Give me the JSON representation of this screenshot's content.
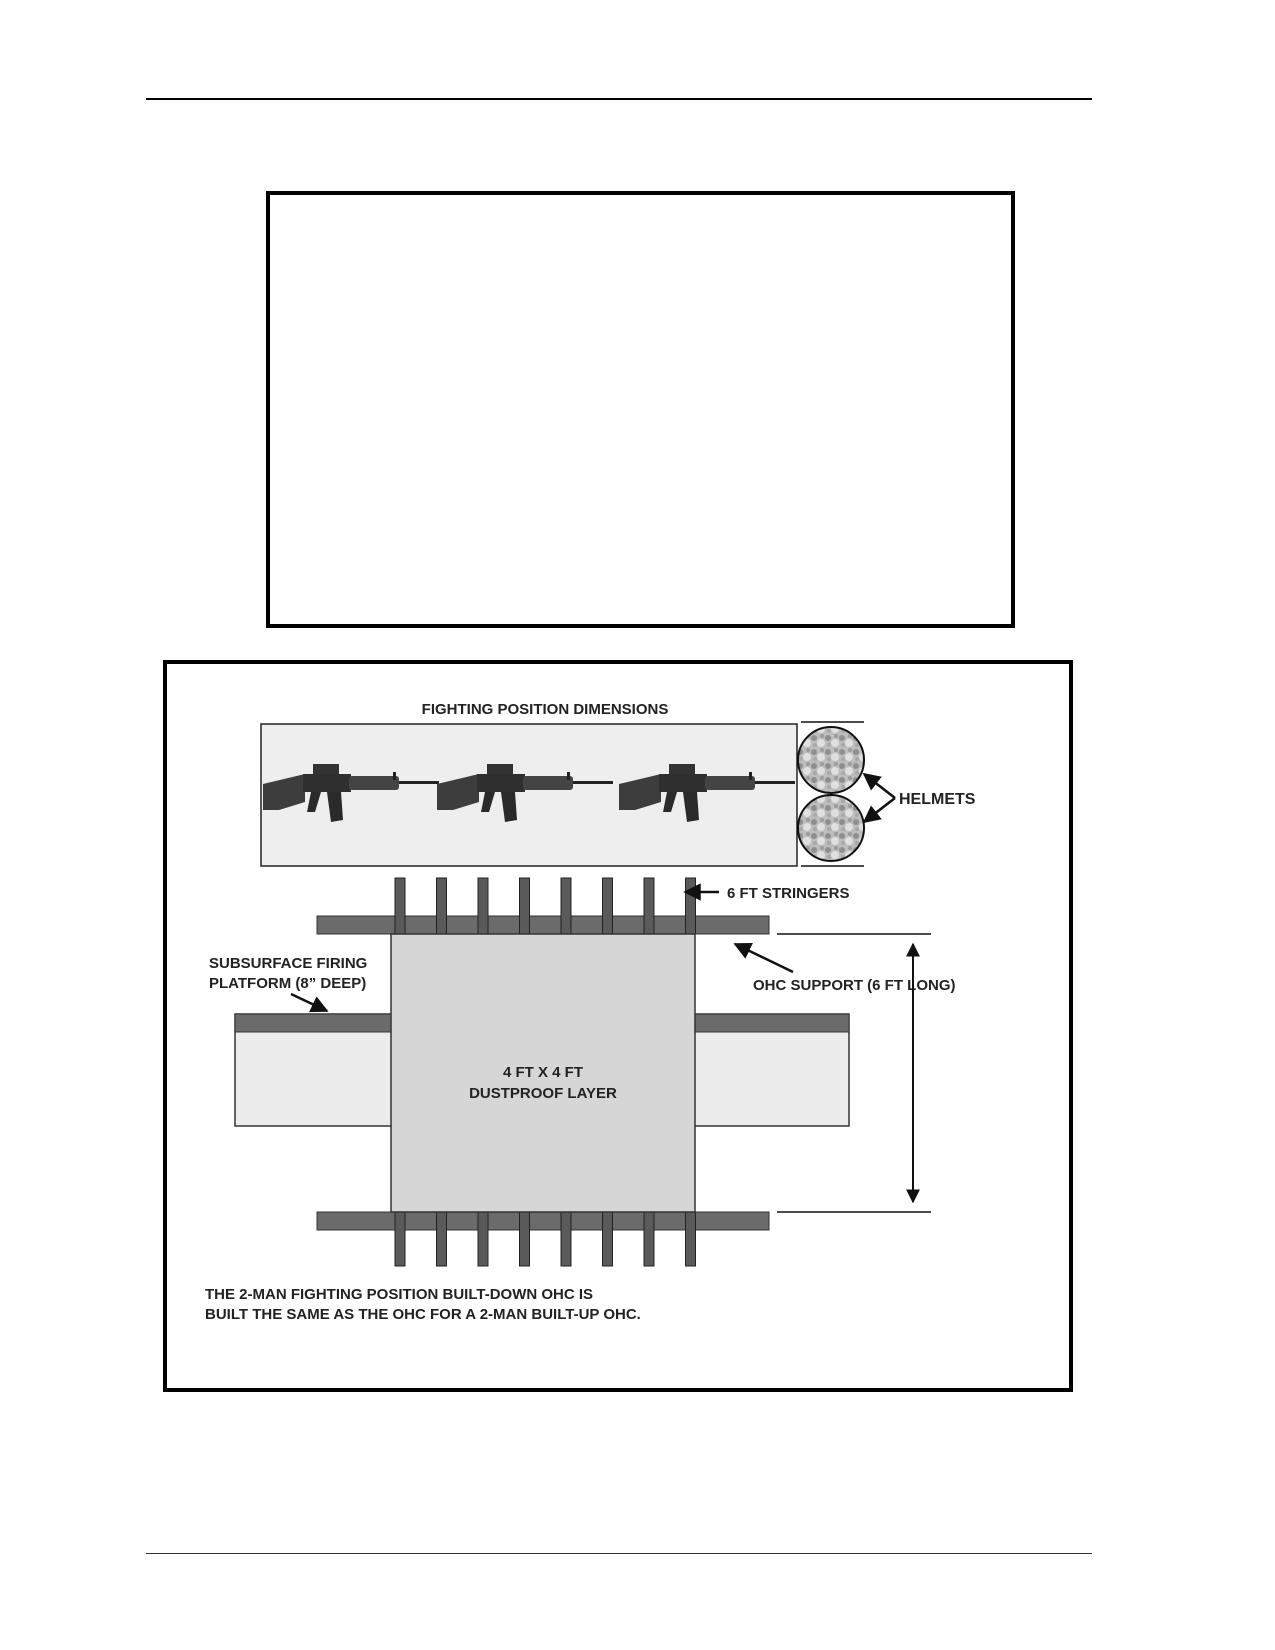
{
  "figure": {
    "title": "FIGHTING POSITION DIMENSIONS",
    "labels": {
      "helmets": "HELMETS",
      "stringers": "6 FT STRINGERS",
      "subsurface_line1": "SUBSURFACE FIRING",
      "subsurface_line2": "PLATFORM (8” DEEP)",
      "ohc_support": "OHC SUPPORT (6 FT LONG)",
      "dustproof_line1": "4 FT X 4 FT",
      "dustproof_line2": "DUSTPROOF LAYER",
      "caption_line1": "THE 2-MAN FIGHTING POSITION BUILT-DOWN OHC IS",
      "caption_line2": "BUILT THE SAME AS THE OHC FOR A 2-MAN BUILT-UP OHC."
    },
    "icons": {
      "rifle": "rifle-icon",
      "helmet": "helmet-icon"
    },
    "rifle_count": 3,
    "helmet_count": 2,
    "stringer_count_per_side": 8,
    "colors": {
      "stringer": "#5a5a5a",
      "support_beam": "#6b6b6b",
      "dustproof_layer": "#d6d6d6",
      "platform": "#ececec",
      "dimension_box": "#eeeeee"
    }
  }
}
